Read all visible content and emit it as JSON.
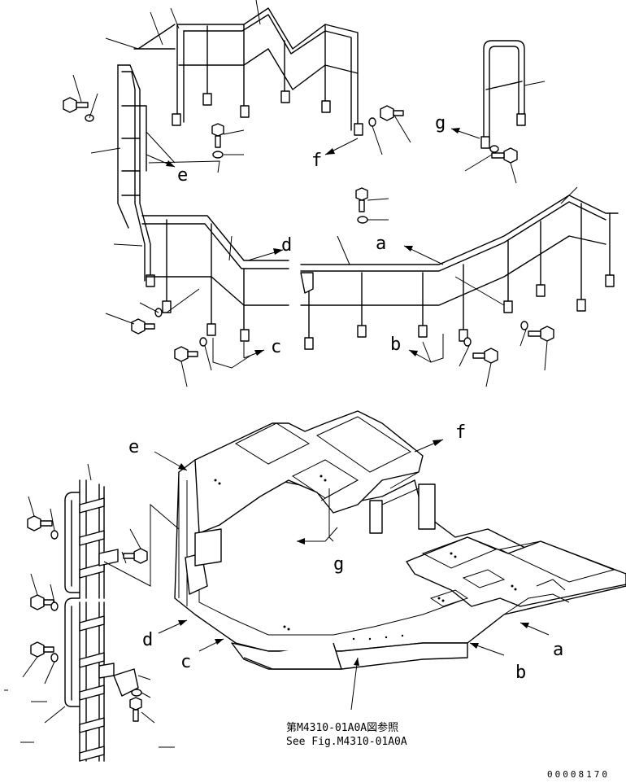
{
  "callouts": {
    "a": "a",
    "b": "b",
    "c": "c",
    "d": "d",
    "e": "e",
    "f": "f",
    "g": "g"
  },
  "reference_note": {
    "line1": "第M4310-01A0A図参照",
    "line2": "See Fig.M4310-01A0A"
  },
  "figure_code": "00008170",
  "icons": [
    "handrail",
    "ladder",
    "bolt",
    "washer",
    "frame",
    "leader-arrow"
  ]
}
